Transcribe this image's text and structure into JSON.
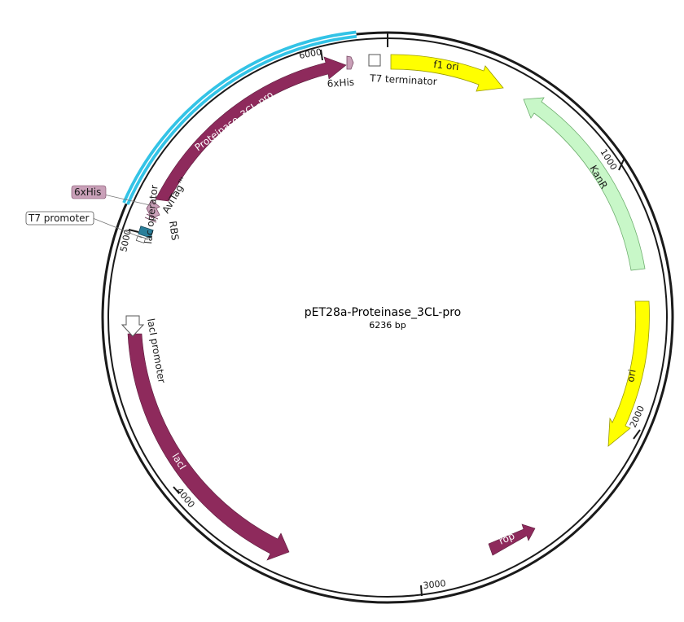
{
  "plasmid": {
    "name": "pET28a-Proteinase_3CL-pro",
    "length": "6236 bp"
  },
  "ticks": [
    "1000",
    "2000",
    "3000",
    "4000",
    "5000",
    "6000"
  ],
  "features": {
    "f1_ori": "f1 ori",
    "kanr": "KanR",
    "ori": "ori",
    "rop": "rop",
    "laci": "lacI",
    "laci_promoter": "lacI promoter",
    "proteinase": "Proteinase_3CL-pro",
    "sixhis_top": "6xHis",
    "t7_terminator": "T7 terminator",
    "avitag": "AviTag™",
    "rbs": "RBS",
    "lac_operator": "lac operator",
    "sixhis_callout": "6xHis",
    "t7_promoter": "T7 promoter"
  },
  "colors": {
    "backbone": "#1a1a1a",
    "insert_highlight": "#33c3e6",
    "cds": "#8e2a5c",
    "f1_ori": "#ffff00",
    "ori": "#ffff00",
    "kanr": "#c8f7c8",
    "his_tag": "#c9a0b8",
    "lac_operator": "#2a7f9a"
  }
}
